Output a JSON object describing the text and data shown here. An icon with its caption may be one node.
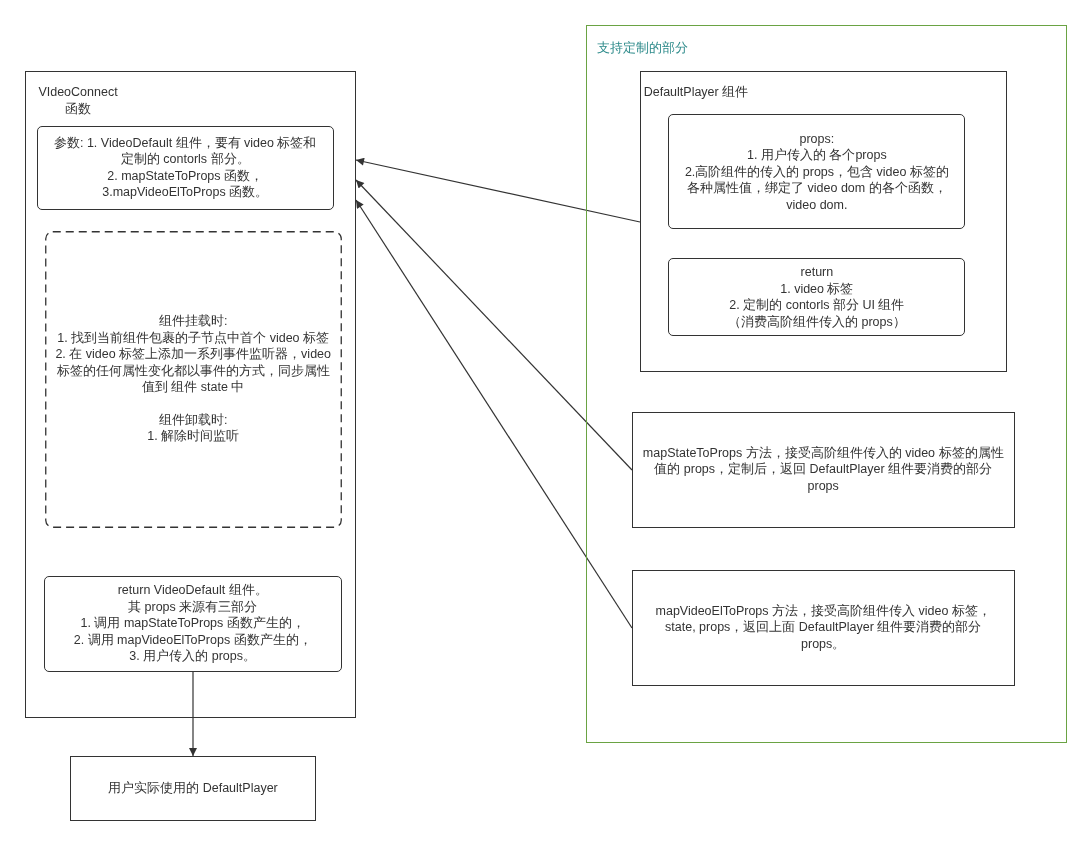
{
  "diagram": {
    "nodes": [
      {
        "text": [
          "VIdeoConnect 函数"
        ]
      },
      {
        "text": [
          "参数: 1. VideoDefault 组件，要有 video 标签和定制的 contorls 部分。",
          "2. mapStateToProps 函数，",
          "3.mapVideoElToProps 函数。"
        ],
        "in": 0
      },
      {
        "text": [
          "组件挂载时:",
          "1. 找到当前组件包裹的子节点中首个 video 标签",
          "2. 在 video 标签上添加一系列事件监听器，video 标签的任何属性变化都以事件的方式，同步属性值到 组件 state 中",
          "组件卸载时:",
          "1. 解除时间监听"
        ],
        "in": 0
      },
      {
        "text": [
          "return VideoDefault 组件。",
          "其 props 来源有三部分",
          "1. 调用 mapStateToProps 函数产生的，",
          "2. 调用 mapVideoElToProps 函数产生的，",
          "3. 用户传入的 props。"
        ],
        "in": 0
      },
      {
        "text": [
          "用户实际使用的 DefaultPlayer"
        ]
      },
      {
        "text": [
          "支持定制的部分"
        ]
      },
      {
        "text": [
          "DefaultPlayer 组件"
        ],
        "in": 5
      },
      {
        "text": [
          "props:",
          "1. 用户传入的 各个props",
          "2.高阶组件的传入的 props，包含 video 标签的各种属性值，绑定了 video dom 的各个函数，video dom."
        ],
        "in": 6
      },
      {
        "text": [
          "return",
          "1. video 标签",
          "2. 定制的 contorls 部分 UI 组件",
          "（消费高阶组件传入的 props）"
        ],
        "in": 6
      },
      {
        "text": [
          "mapStateToProps 方法，接受高阶组件传入的 video 标签的属性值的 props，定制后，返回 DefaultPlayer 组件要消费的部分 props"
        ],
        "in": 5
      },
      {
        "text": [
          "mapVideoElToProps 方法，接受高阶组件传入 video 标签，state, props，返回上面 DefaultPlayer 组件要消费的部分 props。"
        ],
        "in": 5
      }
    ],
    "edges": [
      {
        "from": 6,
        "to": 0,
        "arrow": "to"
      },
      {
        "from": 9,
        "to": 0,
        "arrow": "to"
      },
      {
        "from": 10,
        "to": 0,
        "arrow": "to"
      },
      {
        "from": 3,
        "to": 4,
        "arrow": "to"
      }
    ]
  }
}
